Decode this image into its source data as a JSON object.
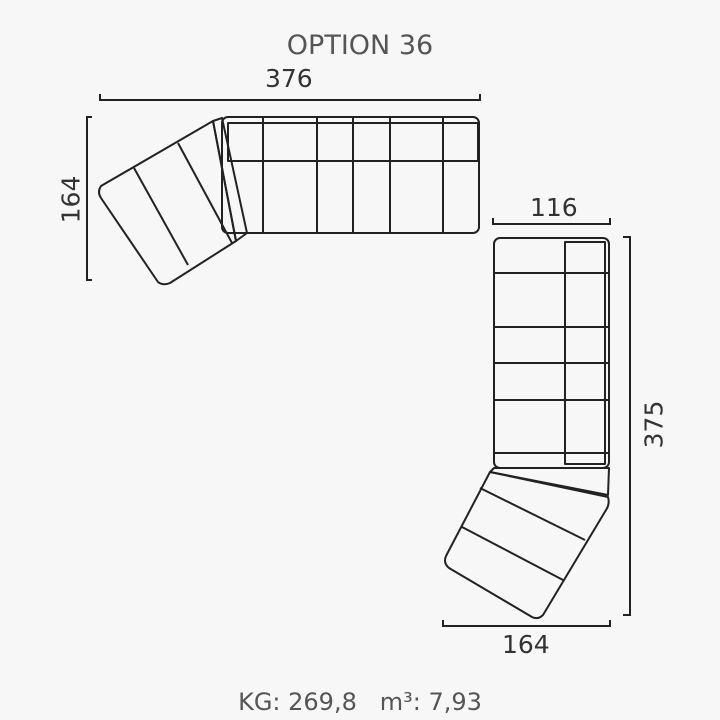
{
  "title": "OPTION 36",
  "dimensions": {
    "top_width": "376",
    "top_depth": "164",
    "right_width": "116",
    "right_length": "375",
    "right_bottom_width": "164"
  },
  "footer": {
    "weight": "KG: 269,8",
    "volume": "m³: 7,93"
  }
}
